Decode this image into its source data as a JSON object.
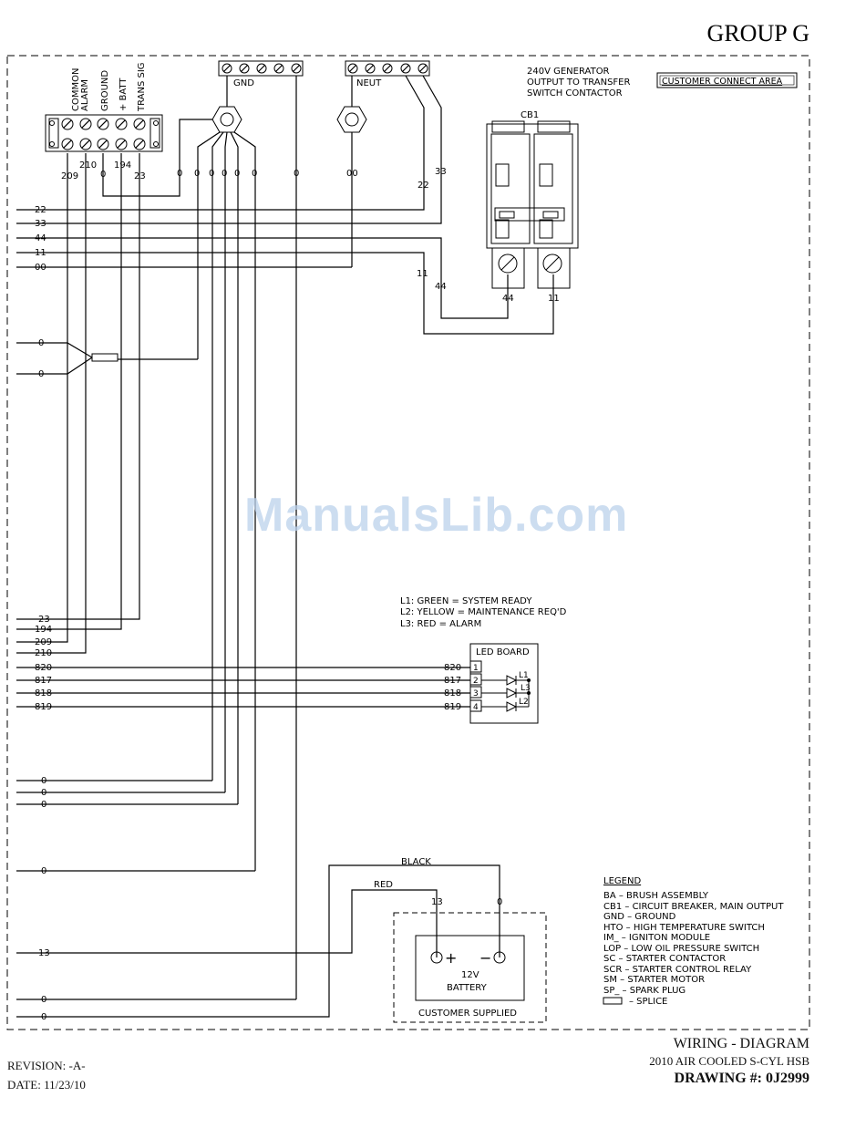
{
  "header": {
    "group": "GROUP G"
  },
  "labels": {
    "gnd": "GND",
    "neut": "NEUT",
    "generator_output_1": "240V GENERATOR",
    "generator_output_2": "OUTPUT TO TRANSFER",
    "generator_output_3": "SWITCH CONTACTOR",
    "customer_connect": "CUSTOMER CONNECT AREA",
    "cb1": "CB1",
    "led_board": "LED BOARD",
    "battery_1": "12V",
    "battery_2": "BATTERY",
    "customer_supplied": "CUSTOMER SUPPLIED",
    "black": "BLACK",
    "red": "RED",
    "plus": "+",
    "minus": "−"
  },
  "terminal_strip": [
    "COMMON ALARM",
    "GROUND",
    "+ BATT",
    "TRANS SIG"
  ],
  "terminal_wires": [
    "209",
    "210",
    "0",
    "194",
    "23"
  ],
  "ground_wires": [
    "0",
    "0",
    "0",
    "0",
    "0",
    "0"
  ],
  "gnd_extra_wire": "0",
  "neut_wire": "00",
  "output_wires": [
    "22",
    "33"
  ],
  "left_edge_wires": {
    "top": [
      "22",
      "33",
      "44",
      "11",
      "00"
    ],
    "splice": [
      "0",
      "0"
    ],
    "terminal": [
      "23",
      "194",
      "209",
      "210"
    ],
    "led": [
      "820",
      "817",
      "818",
      "819"
    ],
    "ground": [
      "0",
      "0",
      "0"
    ],
    "ground_low": "0",
    "battery": "13",
    "bottom": [
      "0",
      "0"
    ]
  },
  "cb_wires": [
    "11",
    "44",
    "44",
    "11"
  ],
  "led_pins": [
    "1",
    "2",
    "3",
    "4"
  ],
  "led_wires": [
    "820",
    "817",
    "818",
    "819"
  ],
  "led_ids": [
    "L1",
    "L3",
    "L2"
  ],
  "led_notes": [
    "L1:  GREEN = SYSTEM READY",
    "L2:  YELLOW = MAINTENANCE REQ'D",
    "L3:  RED = ALARM"
  ],
  "battery_wires": [
    "13",
    "0"
  ],
  "legend": {
    "title": "LEGEND",
    "entries": [
      "BA  –   BRUSH ASSEMBLY",
      "CB1 –  CIRCUIT BREAKER, MAIN OUTPUT",
      "GND –  GROUND",
      "HTO –  HIGH TEMPERATURE SWITCH",
      "IM_ –  IGNITON MODULE",
      "LOP –  LOW OIL PRESSURE SWITCH",
      "SC   –  STARTER CONTACTOR",
      "SCR –  STARTER CONTROL RELAY",
      "SM   –  STARTER MOTOR",
      "SP_ –  SPARK PLUG"
    ],
    "splice_entry": "–  SPLICE"
  },
  "footer": {
    "revision": "REVISION: -A-",
    "date": "DATE: 11/23/10",
    "title": "WIRING - DIAGRAM",
    "subtitle": "2010 AIR COOLED S-CYL HSB",
    "drawing": "DRAWING #: 0J2999"
  },
  "watermark": "ManualsLib.com"
}
